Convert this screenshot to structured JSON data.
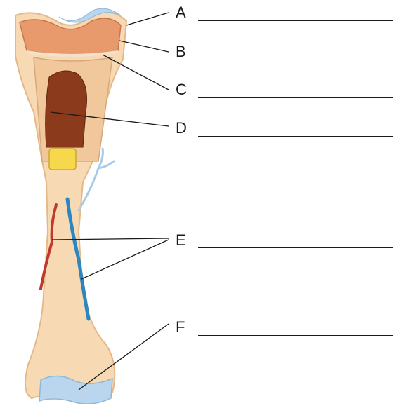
{
  "labels": [
    {
      "id": "a",
      "letter": "A",
      "target": "articular-cartilage"
    },
    {
      "id": "b",
      "letter": "B",
      "target": "spongy-bone"
    },
    {
      "id": "c",
      "letter": "C",
      "target": "epiphyseal-line"
    },
    {
      "id": "d",
      "letter": "D",
      "target": "bone-marrow"
    },
    {
      "id": "e",
      "letter": "E",
      "target": "blood-vessels"
    },
    {
      "id": "f",
      "letter": "F",
      "target": "articular-cartilage-distal"
    }
  ],
  "answers": {
    "a": "",
    "b": "",
    "c": "",
    "d": "",
    "e": "",
    "f": ""
  },
  "colors": {
    "bone": "#f7d9b4",
    "bone_shadow": "#e3b98a",
    "spongy": "#e89a6c",
    "marrow": "#8b3a1c",
    "cartilage": "#b9d6ee",
    "yellow_marrow": "#f7d84c",
    "artery": "#c0392b",
    "vein": "#2e86c1",
    "outline": "#1a1a1a"
  }
}
